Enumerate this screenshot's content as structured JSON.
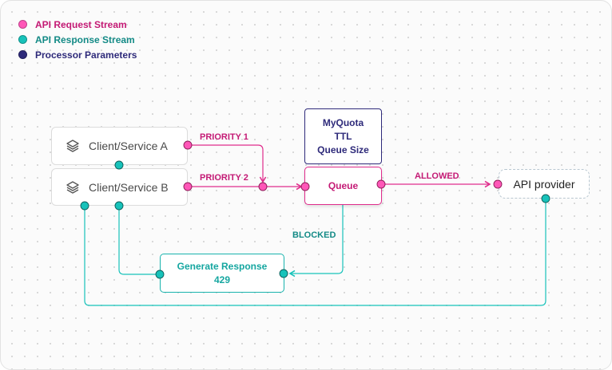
{
  "legend": [
    {
      "label": "API Request Stream",
      "color": "#e02c8c"
    },
    {
      "label": "API Response Stream",
      "color": "#17c2ba"
    },
    {
      "label": "Processor Parameters",
      "color": "#2e2a7a"
    }
  ],
  "nodes": {
    "client_a": {
      "label": "Client/Service A",
      "icon": "layers-icon"
    },
    "client_b": {
      "label": "Client/Service B",
      "icon": "layers-icon"
    },
    "params": {
      "lines": [
        "MyQuota",
        "TTL",
        "Queue Size"
      ]
    },
    "queue": {
      "label": "Queue"
    },
    "provider": {
      "label": "API provider"
    },
    "generate": {
      "lines": [
        "Generate Response",
        "429"
      ]
    }
  },
  "edges": {
    "priority1": "PRIORITY 1",
    "priority2": "PRIORITY 2",
    "allowed": "ALLOWED",
    "blocked": "BLOCKED"
  },
  "colors": {
    "request": "#e02c8c",
    "response": "#17c2ba",
    "params": "#2e2a7a"
  }
}
